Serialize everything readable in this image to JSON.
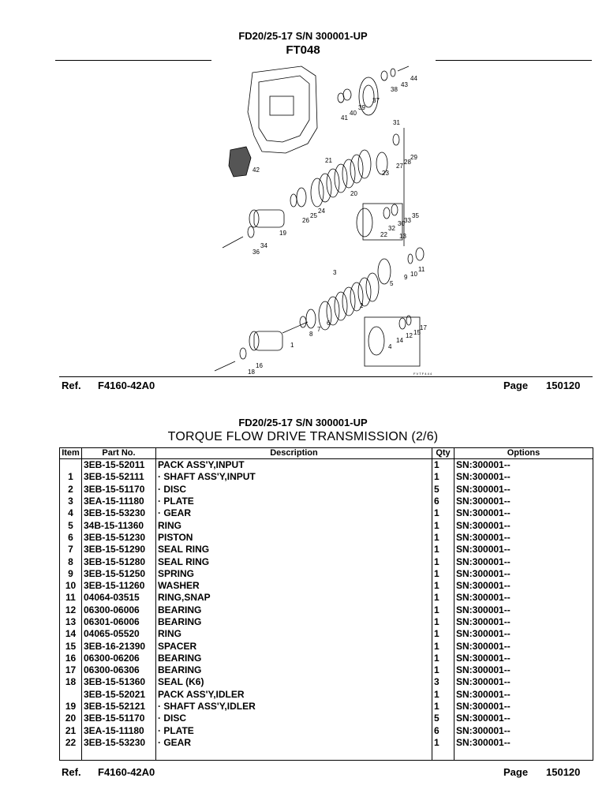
{
  "header": {
    "model": "FD20/25-17  S/N 300001-UP",
    "code": "FT048"
  },
  "diagram": {
    "callouts": [
      "44",
      "43",
      "38",
      "37",
      "39",
      "40",
      "41",
      "31",
      "42",
      "21",
      "29",
      "28",
      "27",
      "23",
      "20",
      "24",
      "25",
      "26",
      "35",
      "33",
      "30",
      "32",
      "22",
      "13",
      "19",
      "34",
      "36",
      "3",
      "11",
      "10",
      "9",
      "5",
      "2",
      "6",
      "7",
      "8",
      "1",
      "17",
      "15",
      "12",
      "14",
      "4",
      "18",
      "16"
    ],
    "watermark": "F V T F 4 4 4"
  },
  "ref_top": {
    "ref_label": "Ref.",
    "ref_value": "F4160-42A0",
    "page_label": "Page",
    "page_value": "150120"
  },
  "table_header": {
    "model": "FD20/25-17  S/N 300001-UP",
    "title": "TORQUE FLOW DRIVE TRANSMISSION (2/6)"
  },
  "columns": {
    "item": "Item",
    "part": "Part No.",
    "desc": "Description",
    "qty": "Qty",
    "options": "Options"
  },
  "rows": [
    {
      "item": "",
      "part": "3EB-15-52011",
      "desc": "PACK ASS'Y,INPUT",
      "qty": "1",
      "options": "SN:300001--"
    },
    {
      "item": "1",
      "part": "3EB-15-52111",
      "desc": "· SHAFT ASS'Y,INPUT",
      "qty": "1",
      "options": "SN:300001--"
    },
    {
      "item": "2",
      "part": "3EB-15-51170",
      "desc": "· DISC",
      "qty": "5",
      "options": "SN:300001--"
    },
    {
      "item": "3",
      "part": "3EA-15-11180",
      "desc": "· PLATE",
      "qty": "6",
      "options": "SN:300001--"
    },
    {
      "item": "4",
      "part": "3EB-15-53230",
      "desc": "· GEAR",
      "qty": "1",
      "options": "SN:300001--"
    },
    {
      "item": "5",
      "part": "34B-15-11360",
      "desc": "RING",
      "qty": "1",
      "options": "SN:300001--"
    },
    {
      "item": "6",
      "part": "3EB-15-51230",
      "desc": "PISTON",
      "qty": "1",
      "options": "SN:300001--"
    },
    {
      "item": "7",
      "part": "3EB-15-51290",
      "desc": "SEAL RING",
      "qty": "1",
      "options": "SN:300001--"
    },
    {
      "item": "8",
      "part": "3EB-15-51280",
      "desc": "SEAL RING",
      "qty": "1",
      "options": "SN:300001--"
    },
    {
      "item": "9",
      "part": "3EB-15-51250",
      "desc": "SPRING",
      "qty": "1",
      "options": "SN:300001--"
    },
    {
      "item": "10",
      "part": "3EB-15-11260",
      "desc": "WASHER",
      "qty": "1",
      "options": "SN:300001--"
    },
    {
      "item": "11",
      "part": "04064-03515",
      "desc": "RING,SNAP",
      "qty": "1",
      "options": "SN:300001--"
    },
    {
      "item": "12",
      "part": "06300-06006",
      "desc": "BEARING",
      "qty": "1",
      "options": "SN:300001--"
    },
    {
      "item": "13",
      "part": "06301-06006",
      "desc": "BEARING",
      "qty": "1",
      "options": "SN:300001--"
    },
    {
      "item": "14",
      "part": "04065-05520",
      "desc": "RING",
      "qty": "1",
      "options": "SN:300001--"
    },
    {
      "item": "15",
      "part": "3EB-16-21390",
      "desc": "SPACER",
      "qty": "1",
      "options": "SN:300001--"
    },
    {
      "item": "16",
      "part": "06300-06206",
      "desc": "BEARING",
      "qty": "1",
      "options": "SN:300001--"
    },
    {
      "item": "17",
      "part": "06300-06306",
      "desc": "BEARING",
      "qty": "1",
      "options": "SN:300001--"
    },
    {
      "item": "18",
      "part": "3EB-15-51360",
      "desc": "SEAL (K6)",
      "qty": "3",
      "options": "SN:300001--"
    },
    {
      "item": "",
      "part": "3EB-15-52021",
      "desc": "PACK ASS'Y,IDLER",
      "qty": "1",
      "options": "SN:300001--"
    },
    {
      "item": "19",
      "part": "3EB-15-52121",
      "desc": "· SHAFT ASS'Y,IDLER",
      "qty": "1",
      "options": "SN:300001--"
    },
    {
      "item": "20",
      "part": "3EB-15-51170",
      "desc": "· DISC",
      "qty": "5",
      "options": "SN:300001--"
    },
    {
      "item": "21",
      "part": "3EA-15-11180",
      "desc": "· PLATE",
      "qty": "6",
      "options": "SN:300001--"
    },
    {
      "item": "22",
      "part": "3EB-15-53230",
      "desc": "· GEAR",
      "qty": "1",
      "options": "SN:300001--"
    }
  ],
  "ref_bottom": {
    "ref_label": "Ref.",
    "ref_value": "F4160-42A0",
    "page_label": "Page",
    "page_value": "150120"
  }
}
